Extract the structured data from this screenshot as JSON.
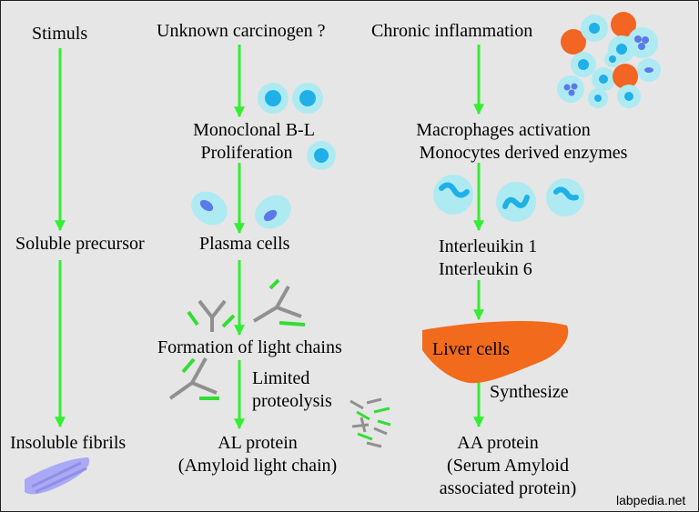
{
  "colors": {
    "background": "#e6e6e6",
    "arrow": "#33ee33",
    "cell": "#aeeaf2",
    "nucleus": "#1fb0e8",
    "orange_cell": "#f26522",
    "liver": "#f26a1b",
    "fibril": "#a9a9f5",
    "antibody_gray": "#909090",
    "antibody_green": "#33dd33"
  },
  "icons": [
    "b-lymphocyte-icon",
    "plasma-cell-icon",
    "neutrophil-icon",
    "antibody-icon",
    "liver-icon",
    "fibril-icon",
    "inflammation-cells-icon"
  ],
  "general": {
    "stimulus": "Stimuls",
    "precursor": "Soluble precursor",
    "fibrils": "Insoluble fibrils"
  },
  "al_pathway": {
    "trigger": "Unknown carcinogen ?",
    "proliferation_1": "Monoclonal B-L",
    "proliferation_2": "Proliferation",
    "plasma": "Plasma cells",
    "light_chains": "Formation of light chains",
    "proteolysis_1": "Limited",
    "proteolysis_2": "proteolysis",
    "protein": "AL protein",
    "protein_desc": "(Amyloid light chain)"
  },
  "aa_pathway": {
    "trigger": "Chronic inflammation",
    "macro_1": "Macrophages activation",
    "macro_2": "Monocytes derived enzymes",
    "il_1": "Interleuikin 1",
    "il_2": "Interleukin 6",
    "liver": "Liver cells",
    "synthesize": "Synthesize",
    "protein": "AA protein",
    "protein_desc_1": "(Serum Amyloid",
    "protein_desc_2": "associated protein)"
  },
  "watermark": "labpedia.net"
}
